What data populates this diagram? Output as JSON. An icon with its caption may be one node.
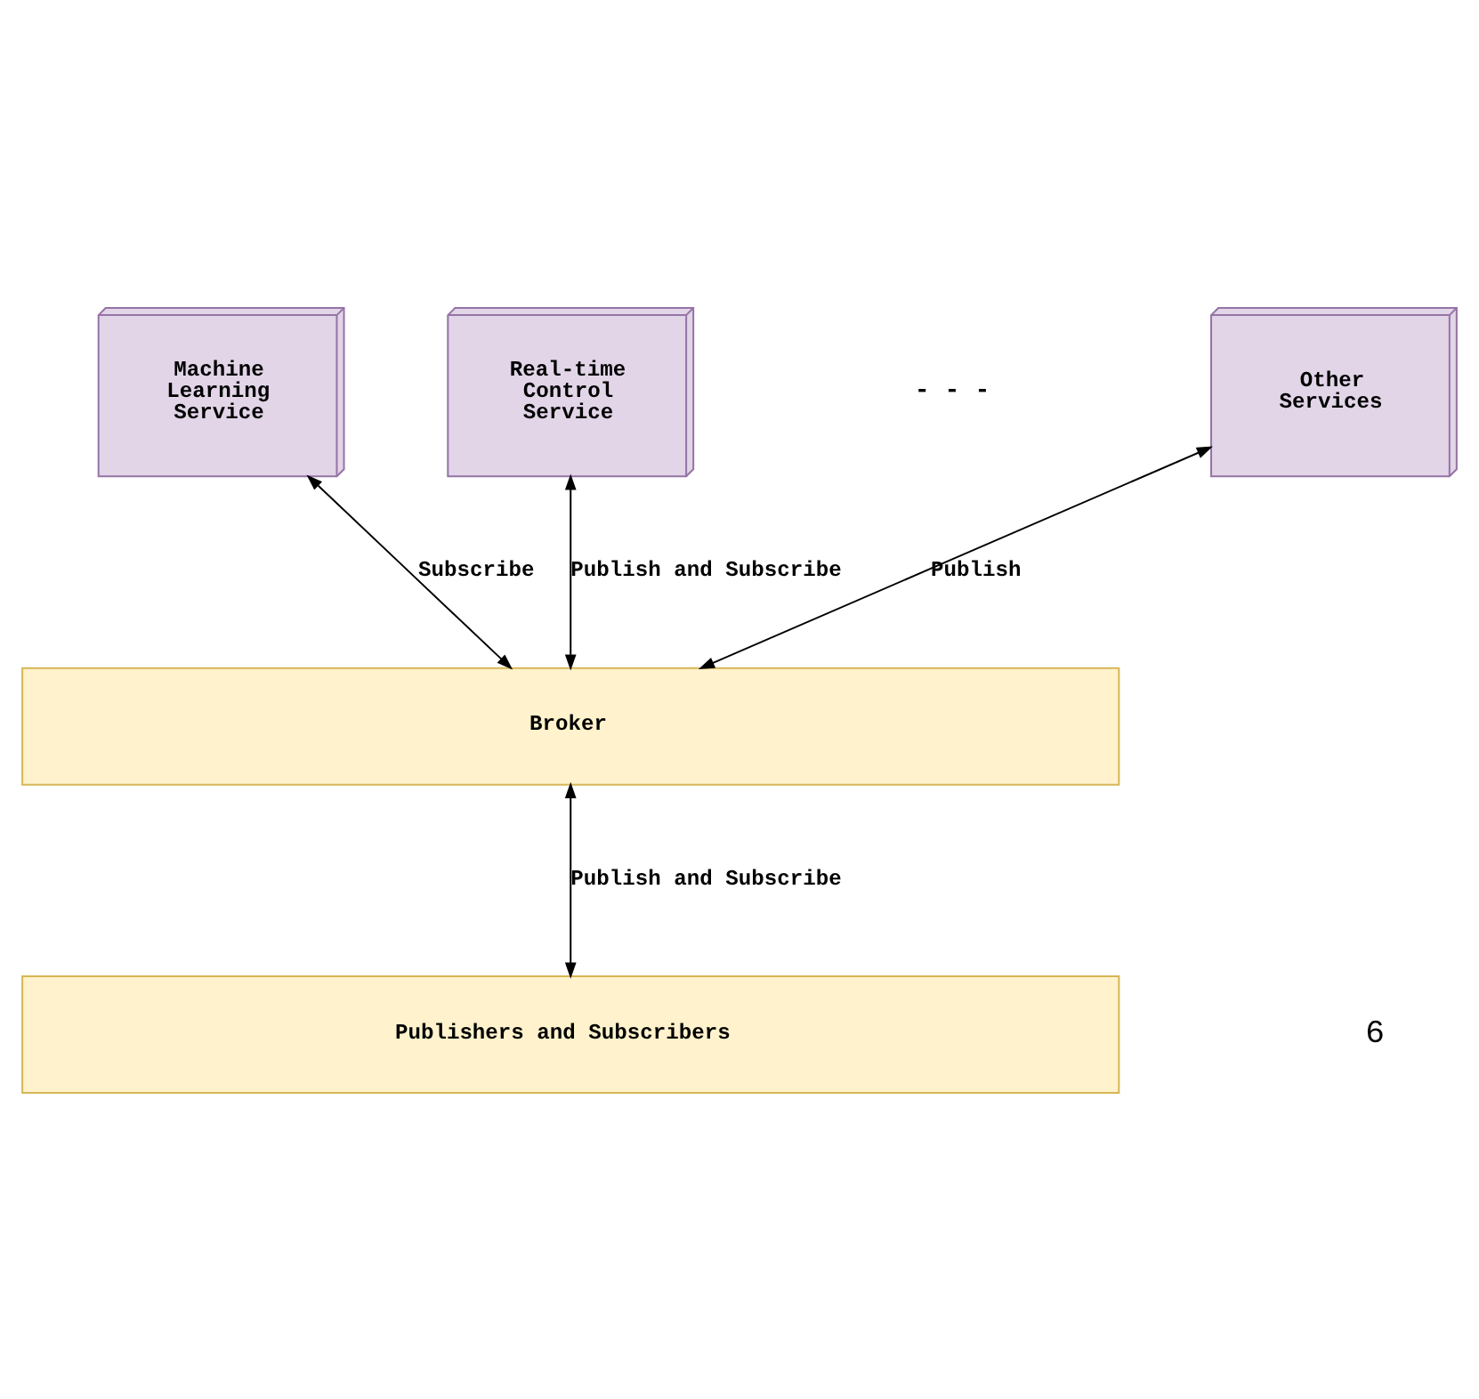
{
  "diagram": {
    "nodes": [
      {
        "text": [
          "Machine Learning Service"
        ]
      },
      {
        "text": [
          "Real-time Control Service"
        ]
      },
      {
        "text": [
          "Other Services"
        ]
      },
      {
        "text": [
          "Broker"
        ]
      },
      {
        "text": [
          "Publishers and Subscribers"
        ]
      }
    ],
    "edges": [
      {
        "from": 0,
        "to": 3,
        "arrow": "both",
        "label": "Subscribe"
      },
      {
        "from": 1,
        "to": 3,
        "arrow": "both",
        "label": "Publish and Subscribe"
      },
      {
        "from": 2,
        "to": 3,
        "arrow": "both",
        "label": "Publish"
      },
      {
        "from": 3,
        "to": 4,
        "arrow": "both",
        "label": "Publish and Subscribe"
      }
    ],
    "labels": [
      "- - -",
      "6"
    ]
  }
}
